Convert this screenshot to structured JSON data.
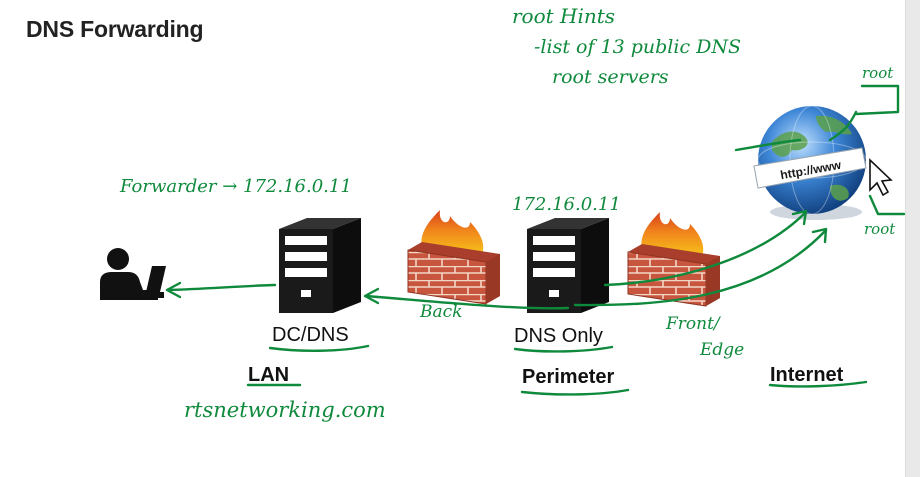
{
  "slide": {
    "title": "DNS Forwarding"
  },
  "nodes": {
    "dc_dns_label": "DC/DNS",
    "dns_only_label": "DNS Only",
    "internet_banner": "http://www"
  },
  "zones": {
    "lan": "LAN",
    "perimeter": "Perimeter",
    "internet": "Internet"
  },
  "annotations": {
    "root_hints": "root Hints",
    "root_hints_detail_1": "-list of 13 public DNS",
    "root_hints_detail_2": "root servers",
    "root_1": "root",
    "root_2": "root",
    "forwarder": "Forwarder → 172.16.0.11",
    "ip_address": "172.16.0.11",
    "back": "Back",
    "front_edge_1": "Front/",
    "front_edge_2": "Edge",
    "domain": "rtsnetworking.com"
  },
  "colors": {
    "ink": "#0f8a3c",
    "server_dark": "#1a1a1a",
    "brick": "#c8553d",
    "flame": "#f08a1c",
    "globe": "#2f6db3"
  },
  "icons": [
    "user-at-laptop-icon",
    "server-icon",
    "firewall-icon",
    "globe-icon",
    "cursor-icon"
  ]
}
